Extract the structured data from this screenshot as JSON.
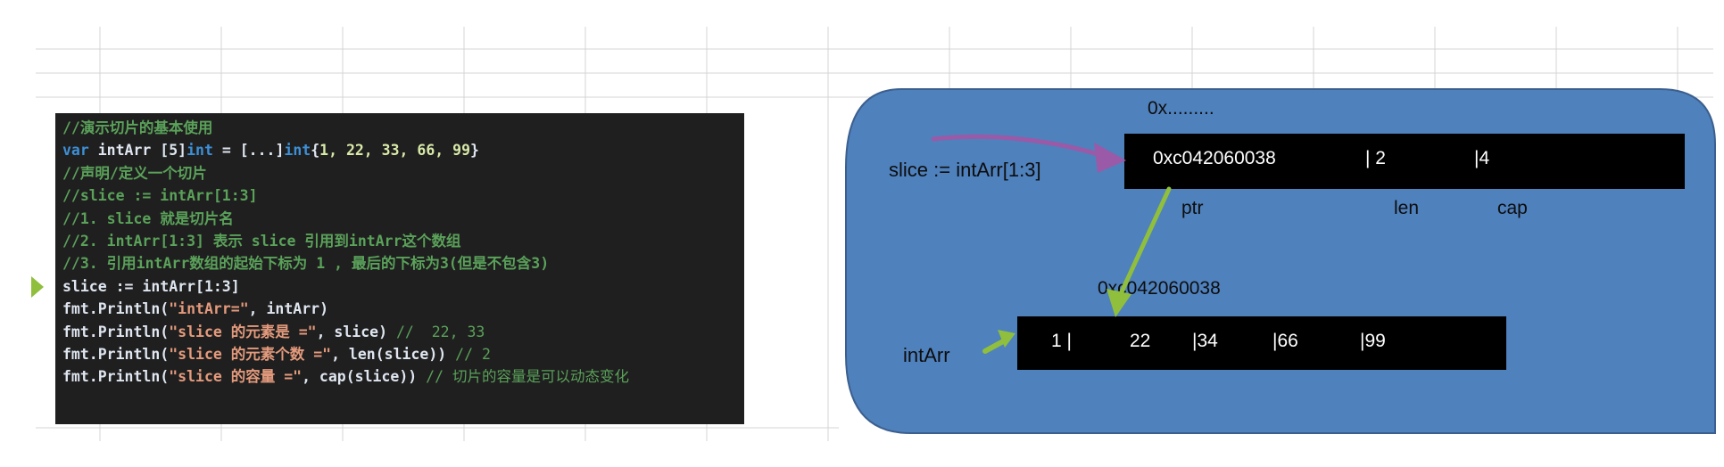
{
  "code_lines": [
    [
      {
        "t": "//演示切片的基本使用",
        "c": "c-com"
      }
    ],
    [
      {
        "t": "var ",
        "c": "c-kw"
      },
      {
        "t": "intArr [5]",
        "c": "c-id"
      },
      {
        "t": "int",
        "c": "c-kw"
      },
      {
        "t": " = [...]",
        "c": "c-id"
      },
      {
        "t": "int",
        "c": "c-kw"
      },
      {
        "t": "{",
        "c": "c-id"
      },
      {
        "t": "1, 22, 33, 66, 99",
        "c": "c-num"
      },
      {
        "t": "}",
        "c": "c-id"
      }
    ],
    [
      {
        "t": "//声明/定义一个切片",
        "c": "c-com"
      }
    ],
    [
      {
        "t": "//slice := intArr[1:3]",
        "c": "c-com"
      }
    ],
    [
      {
        "t": "//1. slice 就是切片名",
        "c": "c-com"
      }
    ],
    [
      {
        "t": "//2. intArr[1:3] 表示 slice 引用到intArr这个数组",
        "c": "c-com"
      }
    ],
    [
      {
        "t": "//3. 引用intArr数组的起始下标为 1 , 最后的下标为3(但是不包含3)",
        "c": "c-com"
      }
    ],
    [
      {
        "t": "slice := intArr[1:3]",
        "c": "c-id"
      }
    ],
    [
      {
        "t": "fmt.Println(",
        "c": "c-id"
      },
      {
        "t": "\"intArr=\"",
        "c": "c-str"
      },
      {
        "t": ", intArr)",
        "c": "c-id"
      }
    ],
    [
      {
        "t": "fmt.Println(",
        "c": "c-id"
      },
      {
        "t": "\"slice 的元素是 =\"",
        "c": "c-str"
      },
      {
        "t": ", slice) ",
        "c": "c-id"
      },
      {
        "t": "//  22, 33",
        "c": "c-cmt"
      }
    ],
    [
      {
        "t": "fmt.Println(",
        "c": "c-id"
      },
      {
        "t": "\"slice 的元素个数 =\"",
        "c": "c-str"
      },
      {
        "t": ", len(slice)) ",
        "c": "c-id"
      },
      {
        "t": "// 2",
        "c": "c-cmt"
      }
    ],
    [
      {
        "t": "fmt.Println(",
        "c": "c-id"
      },
      {
        "t": "\"slice 的容量 =\"",
        "c": "c-str"
      },
      {
        "t": ", cap(slice)) ",
        "c": "c-id"
      },
      {
        "t": "// 切片的容量是可以动态变化",
        "c": "c-cmt"
      }
    ]
  ],
  "diagram": {
    "addr_label": "0x.........",
    "slice_label": "slice := intArr[1:3]",
    "slice_ptr": "0xc042060038",
    "slice_len": "| 2",
    "slice_cap": "|4",
    "field_ptr": "ptr",
    "field_len": "len",
    "field_cap": "cap",
    "array_addr": "0xc042060038",
    "array_label": "intArr",
    "array_cells": [
      "1  |",
      "22",
      "|34",
      "|66",
      "|99"
    ]
  },
  "colors": {
    "background_blob": "#4f81bd",
    "blob_border": "#3b5f8e",
    "code_background": "#1f1f1f",
    "purple_arrow": "#9a5aa7",
    "green_arrow": "#8fbf3c",
    "grid_line": "#d4d4d4"
  }
}
